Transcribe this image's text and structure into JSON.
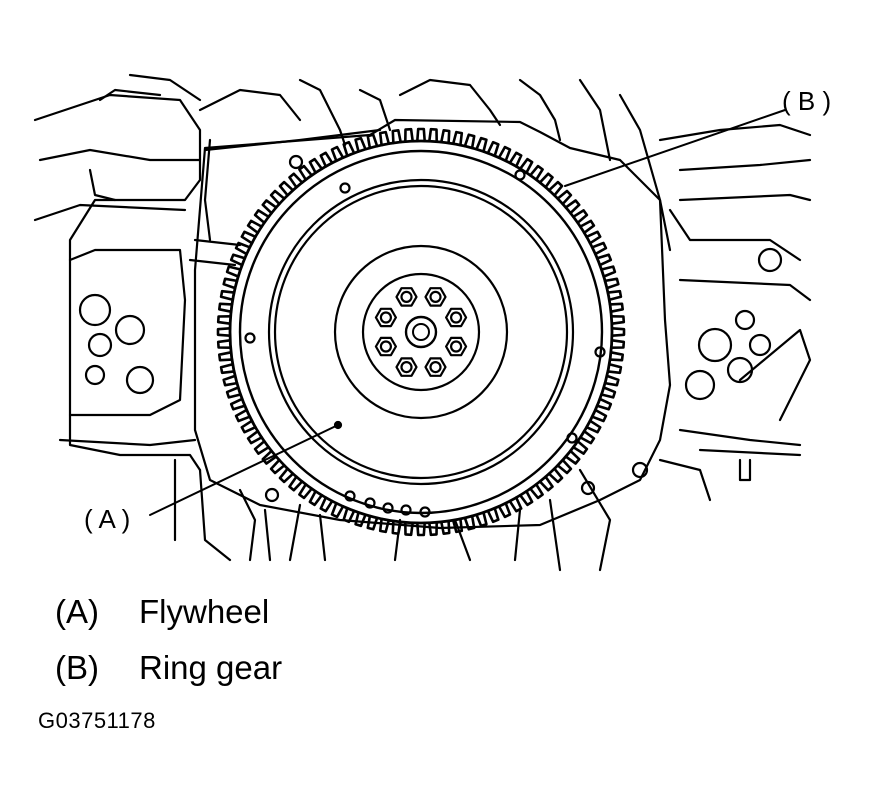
{
  "callouts": {
    "a": "( A )",
    "b": "( B )"
  },
  "legend": [
    {
      "key": "(A)",
      "text": "Flywheel"
    },
    {
      "key": "(B)",
      "text": "Ring gear"
    }
  ],
  "figure_code": "G03751178"
}
